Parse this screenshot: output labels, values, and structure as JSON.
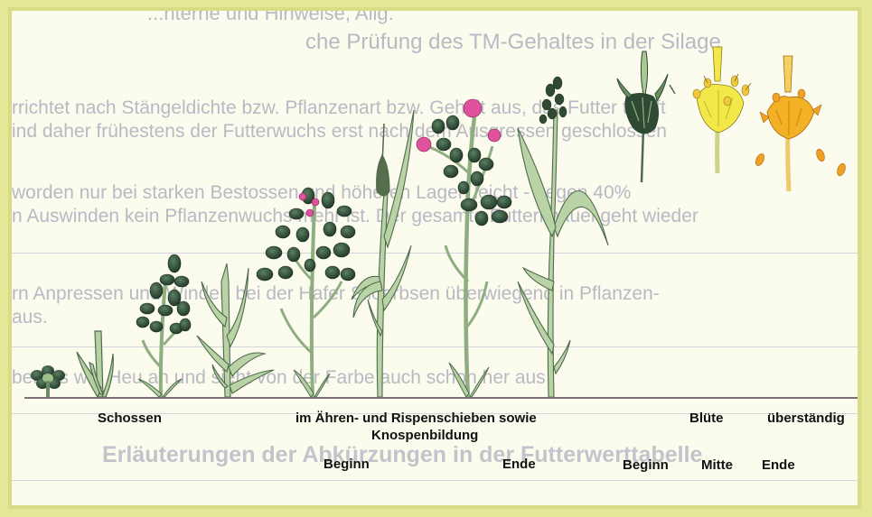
{
  "background_text": {
    "line1": "...nterne und Hinweise, Allg.",
    "line2": "che Prüfung des TM-Gehaltes in der Silage",
    "line3": "rrichtet nach Stängeldichte bzw. Pflanzenart bzw. Gehalt aus, das Futter tropft",
    "line4": "ind daher frühestens der Futterwuchs erst nach dem Ausgressen geschlossen",
    "line5": "worden nur bei starken Bestossen und höheren Lagen leicht - gegen 40%",
    "line6": "n Auswinden kein Pflanzenwuchs mehr ist. Der gesamte Futterknäuel geht wieder",
    "line7": "rn Anpressen und Winden bei der Hafer Siloerbsen überwiegend in Pflanzen-",
    "line8": "aus.",
    "line9": "bereits wie Heu an und sieht von der Farbe auch schon her aus",
    "heading": "Erläuterungen der Abkürzungen in der Futterwerttabelle"
  },
  "labels": {
    "schossen": "Schossen",
    "aehren_line1": "im Ähren- und Rispenschieben sowie",
    "aehren_line2": "Knospenbildung",
    "beginn1": "Beginn",
    "ende1": "Ende",
    "bluete": "Blüte",
    "beginn2": "Beginn",
    "mitte": "Mitte",
    "ende2": "Ende",
    "ueberstaendig": "überständig"
  },
  "colors": {
    "leaf_dark": "#2e4a36",
    "leaf_light": "#9fc08a",
    "stem": "#8fae80",
    "stem_dark": "#4f6b4c",
    "flower_pink": "#e0529e",
    "flower_yellow": "#f2e84a",
    "flower_orange": "#f3b126"
  }
}
